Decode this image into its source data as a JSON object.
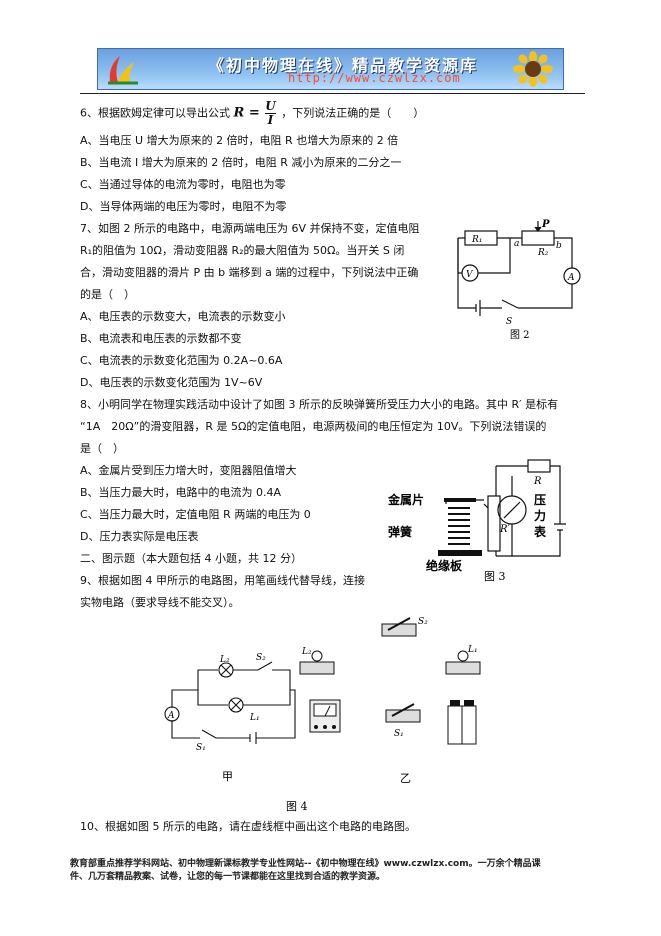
{
  "banner": {
    "title": "《初中物理在线》精品教学资源库",
    "url": "http://www.czwlzx.com"
  },
  "q6": {
    "stem_pre": "6、根据欧姆定律可以导出公式 ",
    "formula_lhs": "R =",
    "formula_num": "U",
    "formula_den": "I",
    "stem_post": "，下列说法正确的是（　　）",
    "options": [
      "A、当电压 U 增大为原来的 2 倍时，电阻 R 也增大为原来的 2 倍",
      "B、当电流 I 增大为原来的 2 倍时，电阻 R 减小为原来的二分之一",
      "C、当通过导体的电流为零时，电阻也为零",
      "D、当导体两端的电压为零时，电阻不为零"
    ]
  },
  "q7": {
    "stem_lines": [
      "7、如图 2 所示的电路中，电源两端电压为 6V 并保持不变，定值电阻",
      "R₁的阻值为 10Ω，滑动变阻器 R₂的最大阻值为 50Ω。当开关 S 闭",
      "合，滑动变阻器的滑片 P 由 b 端移到 a 端的过程中，下列说法中正确",
      "的是（　）"
    ],
    "options": [
      "A、电压表的示数变大，电流表的示数变小",
      "B、电流表和电压表的示数都不变",
      "C、电流表的示数变化范围为 0.2A~0.6A",
      "D、电压表的示数变化范围为 1V~6V"
    ],
    "figure": {
      "caption": "图 2",
      "r1": "R₁",
      "r2": "R₂",
      "p": "P",
      "a": "a",
      "b": "b",
      "v": "V",
      "ammeter": "A",
      "s": "S"
    }
  },
  "q8": {
    "stem_lines": [
      "8、小明同学在物理实践活动中设计了如图 3 所示的反映弹簧所受压力大小的电路。其中 R′ 是标有",
      "“1A　20Ω”的滑变阻器，R 是 5Ω的定值电阻，电源两极间的电压恒定为 10V。下列说法错误的",
      "是（　）"
    ],
    "options": [
      "A、金属片受到压力增大时，变阻器阻值增大",
      "B、当压力最大时，电路中的电流为 0.4A",
      "C、当压力最大时，定值电阻 R 两端的电压为 0",
      "D、压力表实际是电压表"
    ],
    "figure": {
      "caption": "图 3",
      "metal": "金属片",
      "spring": "弹簧",
      "board": "绝缘板",
      "gauge": [
        "压",
        "力",
        "表"
      ],
      "r": "R",
      "rp": "R′"
    }
  },
  "section2": "二、图示题（本大题包括 4 小题，共 12 分）",
  "q9": {
    "stem_lines": [
      "9、根据如图 4 甲所示的电路图，用笔画线代替导线，连接",
      "实物电路（要求导线不能交叉）。"
    ],
    "figure": {
      "caption": "图 4",
      "left_label": "甲",
      "right_label": "乙",
      "l1": "L₁",
      "l2": "L₂",
      "s1": "S₁",
      "s2": "S₂",
      "ammeter": "A"
    }
  },
  "q10": {
    "stem": "10、根据如图 5 所示的电路，请在虚线框中画出这个电路的电路图。"
  },
  "footer": [
    "教育部重点推荐学科网站、初中物理新课标教学专业性网站--《初中物理在线》www.czwlzx.com。一万余个精品课",
    "件、几万套精品教案、试卷，让您的每一节课都能在这里找到合适的教学资源。"
  ]
}
